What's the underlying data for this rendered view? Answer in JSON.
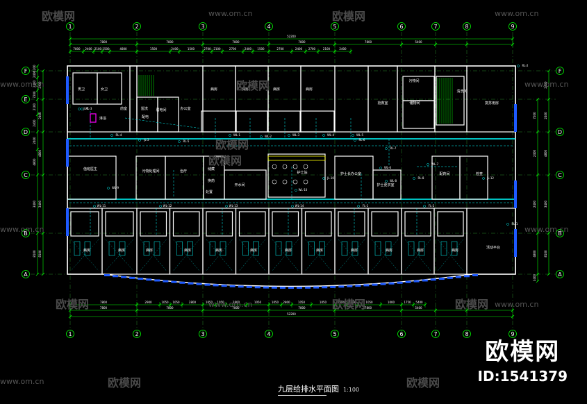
{
  "grid": {
    "axes_x": [
      "1",
      "2",
      "3",
      "4",
      "5",
      "6",
      "7",
      "8",
      "9"
    ],
    "axes_y": [
      "F",
      "E",
      "D",
      "C",
      "B",
      "A"
    ]
  },
  "dims": {
    "total": "52200",
    "bays": [
      "7800",
      "7800",
      "7800",
      "7800",
      "7800",
      "5400"
    ],
    "top_sub": [
      "7800",
      "2400",
      "2100",
      "1500",
      "4800",
      "1500",
      "2400",
      "1500",
      "2700",
      "2100",
      "2700",
      "2400",
      "1500",
      "2700",
      "2400",
      "2700",
      "2100",
      "2400"
    ],
    "bottom_sub": [
      "7800",
      "2900",
      "1050",
      "1050",
      "2800",
      "1050",
      "1050",
      "2800",
      "1050",
      "1050",
      "2800",
      "1050",
      "1050",
      "2500",
      "1050",
      "1050",
      "1000",
      "1750",
      "5400"
    ],
    "left_v": [
      "1200",
      "2400",
      "2400",
      "7200",
      "2100",
      "2400",
      "2400",
      "4800",
      "3400",
      "8100"
    ],
    "right_v": [
      "7200",
      "2400",
      "2400",
      "4800",
      "3400"
    ]
  },
  "rooms": {
    "top": [
      "男卫",
      "女卫",
      "淋浴",
      "前室",
      "盥洗",
      "病房",
      "病房",
      "病房",
      "病房",
      "抢救室",
      "污物间",
      "复苏用房",
      "清洗间",
      "储物间",
      "配电",
      "弱电间",
      "办公室"
    ],
    "mid": [
      "值班医生",
      "污物处理间",
      "治疗",
      "储藏",
      "换药",
      "处置",
      "护士站",
      "护士长办公室",
      "护士更衣室",
      "配药间",
      "检查",
      "开水间"
    ],
    "bottom": [
      "病房",
      "病房",
      "病房",
      "病房",
      "病房",
      "病房",
      "病房",
      "病房",
      "病房",
      "病房",
      "病房",
      "病房",
      "活动平台"
    ]
  },
  "pipe_labels": [
    "JL-1",
    "JL-2",
    "WL-1",
    "WL-2",
    "WL-3",
    "WL-4",
    "WL-5",
    "WL-6",
    "WL-7",
    "WL-8",
    "WL-9",
    "WL-10",
    "WL-11",
    "WL-12",
    "WL-13",
    "WL-14",
    "FL-1",
    "FL-2",
    "RL-1",
    "RL-2",
    "RL-3",
    "RL-4",
    "RL-5",
    "RL-6",
    "RL-7",
    "RL-8",
    "JL-10",
    "JL-12"
  ],
  "title": {
    "main": "九层给排水平面图",
    "scale": "1:100"
  },
  "watermark": {
    "logo": "欧模网",
    "url": "www.om.cn",
    "brand": "欧模网",
    "id": "ID:1541379"
  },
  "colors": {
    "bg": "#000000",
    "wall": "#ffffff",
    "dim": "#00ff00",
    "pipe": "#00ffff",
    "window": "#1e5aff",
    "text": "#ffffff",
    "accent": "#ff00ff",
    "yellow": "#ffff00"
  }
}
